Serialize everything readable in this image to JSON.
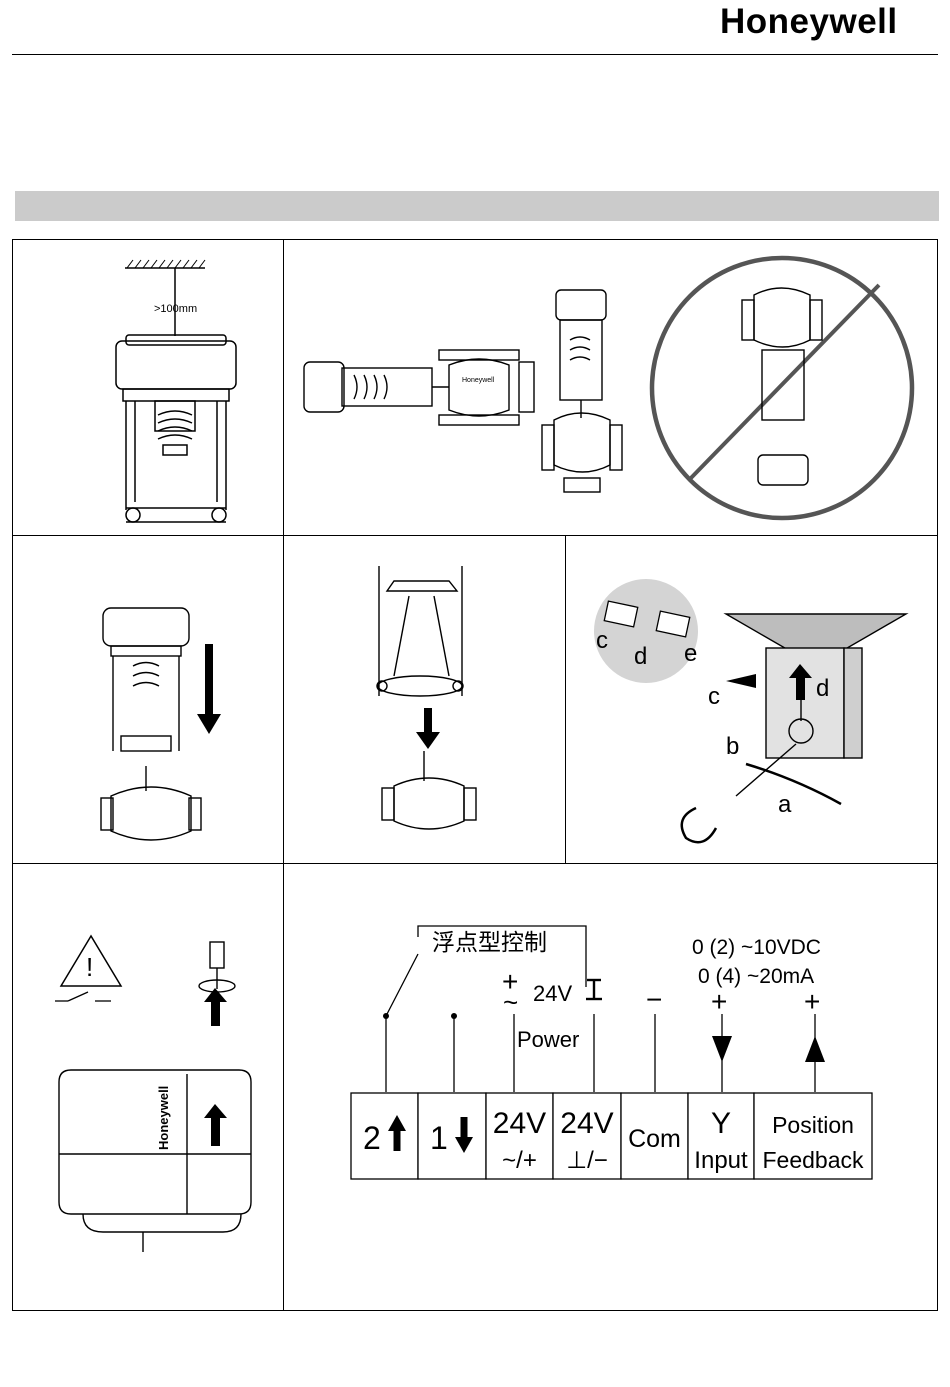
{
  "header": {
    "brand": "Honeywell"
  },
  "panel1": {
    "clearance_label": ">100mm"
  },
  "panel2": {
    "valve_stamp": "Honeywell"
  },
  "panel5": {
    "label_c_small": "c",
    "label_d_small": "d",
    "label_e_small": "e",
    "label_c": "c",
    "label_d": "d",
    "label_b": "b",
    "label_a": "a"
  },
  "panel6": {
    "housing_brand": "Honeywell"
  },
  "wiring": {
    "floating_control": "浮点型控制",
    "voltage_range": "0 (2) ~10VDC",
    "current_range": "0 (4) ~20mA",
    "supply_plus": "+",
    "supply_tilde": "~",
    "supply_voltage": "24V",
    "minus_sign": "−",
    "input_plus": "+",
    "feedback_plus": "+",
    "power_label": "Power",
    "terminals": [
      {
        "top": "2",
        "bottom": ""
      },
      {
        "top": "1",
        "bottom": ""
      },
      {
        "top": "24V",
        "bottom": "~/+"
      },
      {
        "top": "24V",
        "bottom": "⊥/−"
      },
      {
        "top": "Com",
        "bottom": ""
      },
      {
        "top": "Y",
        "bottom": "Input"
      },
      {
        "top": "Position",
        "bottom": "Feedback"
      }
    ]
  }
}
